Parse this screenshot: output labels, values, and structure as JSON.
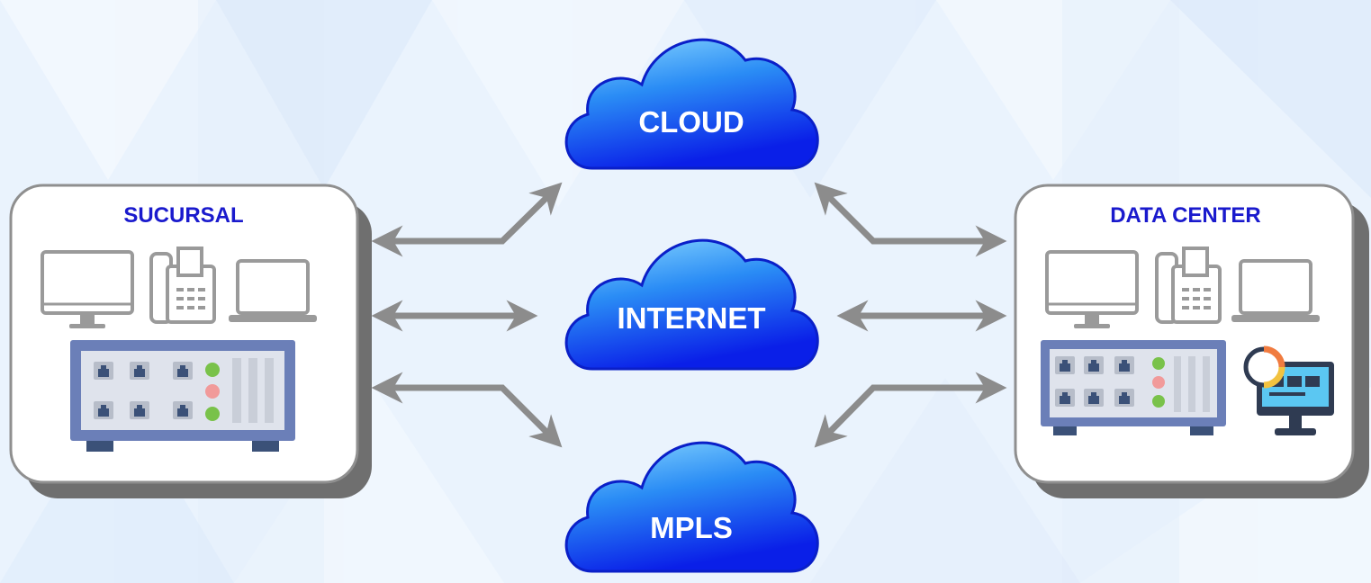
{
  "colors": {
    "background": "#eaf3fd",
    "panel_fill": "#ffffff",
    "panel_border": "#8f8f8f",
    "panel_shadow": "#6f6f6f",
    "panel_title": "#1a1acd",
    "cloud_top": "#7fd2ff",
    "cloud_bottom": "#0a2cf0",
    "cloud_text": "#ffffff",
    "arrow": "#8c8c8c",
    "device_gray": "#9a9a9a",
    "switch_frame": "#6b7fb8",
    "switch_face": "#dfe3ec",
    "port": "#3b5178",
    "led_green": "#79c24a",
    "led_red": "#f19a9a"
  },
  "clouds": [
    {
      "label": "CLOUD"
    },
    {
      "label": "INTERNET"
    },
    {
      "label": "MPLS"
    }
  ],
  "sites": [
    {
      "title": "SUCURSAL",
      "devices": [
        "monitor-icon",
        "desk-phone-icon",
        "laptop-icon",
        "network-switch-icon"
      ]
    },
    {
      "title": "DATA CENTER",
      "devices": [
        "monitor-icon",
        "desk-phone-icon",
        "laptop-icon",
        "network-switch-icon",
        "monitoring-dashboard-icon"
      ]
    }
  ]
}
